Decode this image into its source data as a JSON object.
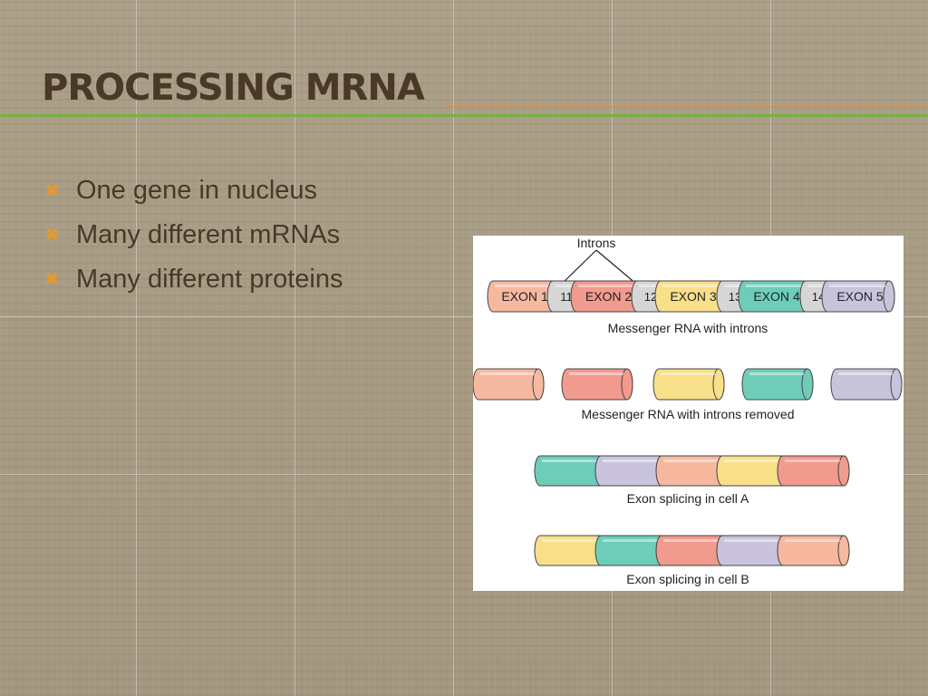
{
  "slide": {
    "title": "PROCESSING MRNA",
    "bullets": [
      "One gene in nucleus",
      "Many different mRNAs",
      "Many different proteins"
    ],
    "bullet_marker": "✖"
  },
  "figure": {
    "introns_label": "Introns",
    "segments": [
      "EXON 1",
      "11",
      "EXON 2",
      "12",
      "EXON 3",
      "13",
      "EXON 4",
      "14",
      "EXON 5"
    ],
    "caption_with_introns": "Messenger RNA with introns",
    "caption_removed": "Messenger RNA with introns removed",
    "caption_cell_a": "Exon splicing in cell A",
    "caption_cell_b": "Exon splicing in cell B"
  },
  "colors": {
    "exon1": "#f6b9a0",
    "exon2": "#f19a8e",
    "exon3": "#f8df8a",
    "exon4": "#6ecdb9",
    "exon5": "#c9c4dc",
    "intron": "#d6d6d6",
    "title": "#4a3828",
    "accent_green": "#7ab040",
    "bullet": "#e39a2e"
  }
}
